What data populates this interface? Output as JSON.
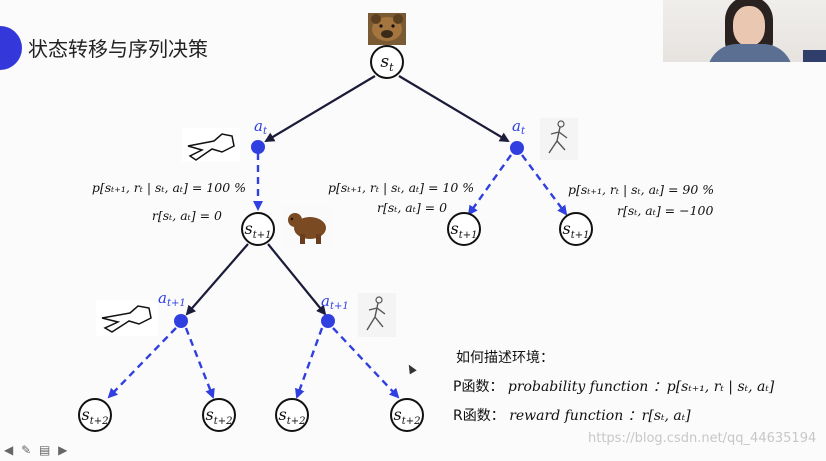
{
  "slide": {
    "title": "状态转移与序列决策",
    "watermark": "https://blog.csdn.net/qq_44635194",
    "toolbar_icons": [
      "prev-arrow-icon",
      "pen-icon",
      "menu-icon",
      "next-arrow-icon"
    ]
  },
  "nodes": {
    "root": "s",
    "root_sub": "t",
    "a_left": "a",
    "a_left_sub": "t",
    "a_right": "a",
    "a_right_sub": "t",
    "s_mid": "s",
    "s_mid_sub": "t+1",
    "s_r1": "s",
    "s_r1_sub": "t+1",
    "s_r2": "s",
    "s_r2_sub": "t+1",
    "a_ll": "a",
    "a_ll_sub": "t+1",
    "a_lr": "a",
    "a_lr_sub": "t+1",
    "leaf1": "s",
    "leaf1_sub": "t+2",
    "leaf2": "s",
    "leaf2_sub": "t+2",
    "leaf3": "s",
    "leaf3_sub": "t+2",
    "leaf4": "s",
    "leaf4_sub": "t+2"
  },
  "annotations": {
    "left_p": "p[sₜ₊₁, rₜ | sₜ, aₜ] = 100 %",
    "left_r": "r[sₜ, aₜ] = 0",
    "mid_p": "p[sₜ₊₁, rₜ | sₜ, aₜ] = 10 %",
    "mid_r": "r[sₜ, aₜ] = 0",
    "right_p": "p[sₜ₊₁, rₜ | sₜ, aₜ] = 90 %",
    "right_r": "r[sₜ, aₜ] = −100"
  },
  "description": {
    "heading": "如何描述环境：",
    "p_label": "P函数：",
    "p_en": "probability function",
    "p_formula": "：p[sₜ₊₁, rₜ | sₜ, aₜ]",
    "r_label": "R函数：",
    "r_en": "reward function",
    "r_formula": "：r[sₜ, aₜ]"
  },
  "colors": {
    "action_blue": "#2f3fe0",
    "edge_dark": "#1b1b3a",
    "title_bullet": "#3437d9"
  }
}
